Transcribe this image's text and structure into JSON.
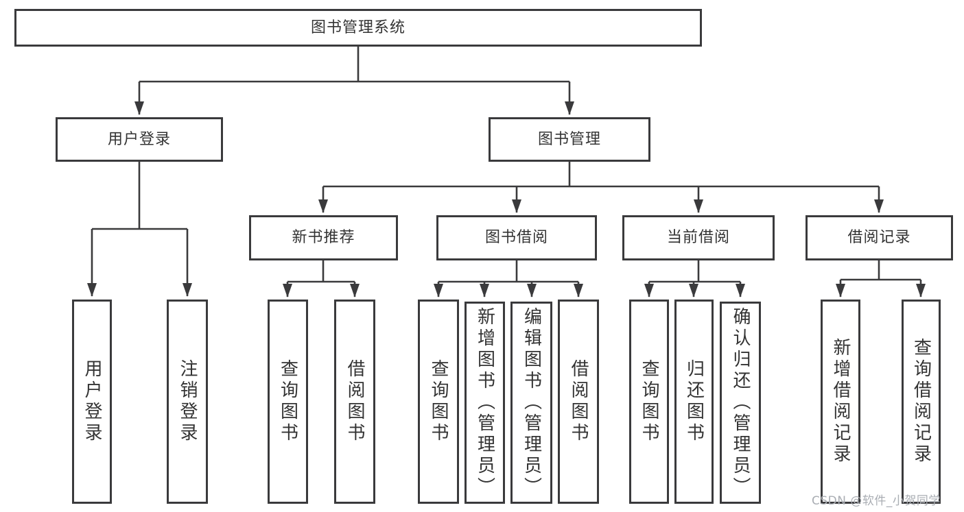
{
  "tree": {
    "root": "图书管理系统",
    "user_login": {
      "label": "用户登录",
      "children": {
        "login": "用户登录",
        "logout": "注销登录"
      }
    },
    "book_management": {
      "label": "图书管理",
      "new_book_recommend": {
        "label": "新书推荐",
        "children": {
          "query_books": "查询图书",
          "borrow_books": "借阅图书"
        }
      },
      "book_borrowing": {
        "label": "图书借阅",
        "children": {
          "query_books": "查询图书",
          "add_books": "新增图书（管理员）",
          "edit_books": "编辑图书（管理员）",
          "borrow_books": "借阅图书"
        }
      },
      "current_borrowing": {
        "label": "当前借阅",
        "children": {
          "query_books": "查询图书",
          "return_books": "归还图书",
          "confirm_return": "确认归还（管理员）"
        }
      },
      "borrowing_records": {
        "label": "借阅记录",
        "children": {
          "add_record": "新增借阅记录",
          "query_record": "查询借阅记录"
        }
      }
    }
  },
  "colors": {
    "line": "#3a3a3c",
    "text": "#333333",
    "watermark": "#a9adb3",
    "background": "#ffffff"
  },
  "watermark": "CSDN @软件_小贺同学"
}
